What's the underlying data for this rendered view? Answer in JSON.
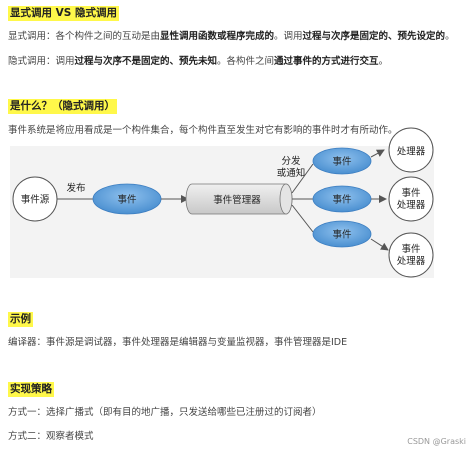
{
  "sections": {
    "h1": "显式调用 VS 隐式调用",
    "p1_a": "显式调用：各个构件之间的互动是由",
    "p1_b": "显性调用函数或程序完成的",
    "p1_c": "。调用",
    "p1_d": "过程与次序是固定的、预先设定的",
    "p1_e": "。",
    "p2_a": "隐式调用：调用",
    "p2_b": "过程与次序不是固定的、预先未知",
    "p2_c": "。各构件之间",
    "p2_d": "通过事件的方式进行交互",
    "p2_e": "。",
    "h2": "是什么？（隐式调用）",
    "p3": "事件系统是将应用看成是一个构件集合，每个构件直至发生对它有影响的事件时才有所动作。",
    "h3": "示例",
    "p4": "编译器：事件源是调试器，事件处理器是编辑器与变量监视器，事件管理器是IDE",
    "h4": "实现策略",
    "p5": "方式一：选择广播式（即有目的地广播，只发送给哪些已注册过的订阅者）",
    "p6": "方式二：观察者模式"
  },
  "diagram": {
    "source": "事件源",
    "publish": "发布",
    "event": "事件",
    "manager": "事件管理器",
    "dispatch_1": "分发",
    "dispatch_2": "或通知",
    "handler_1": "事件",
    "handler_2": "处理器",
    "colors": {
      "event_fill": "#5b9bd5",
      "manager_fill": "#d9d9d9",
      "accent": "#fff84a"
    }
  },
  "watermark": "CSDN @Graski"
}
